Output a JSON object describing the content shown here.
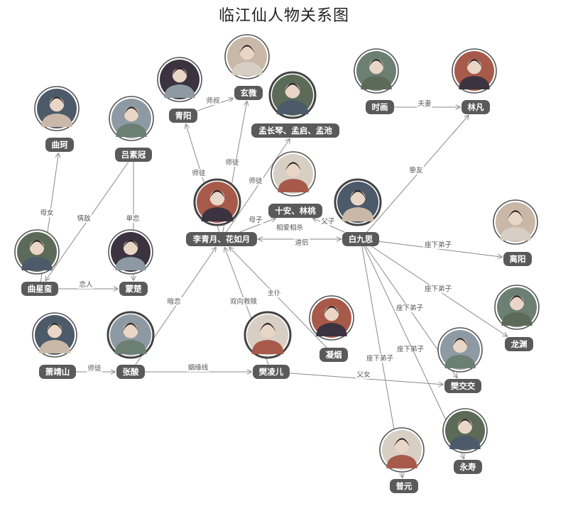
{
  "title": "临江仙人物关系图",
  "colors": {
    "pill": "#5a5a5a",
    "edge": "#8a8a8a",
    "avatar_palette": [
      "#3b3340",
      "#c9b8a8",
      "#6b7f73",
      "#a85a4a",
      "#4c5a6a",
      "#8e9aa3",
      "#d8cfc4",
      "#5c6b58"
    ]
  },
  "nodes": [
    {
      "id": "liqingyue",
      "name": "李青月、花如月",
      "primary": true
    },
    {
      "id": "baijiusi",
      "name": "白九思",
      "primary": true
    },
    {
      "id": "zhangsuan",
      "name": "张酸",
      "primary": true
    },
    {
      "id": "fanlinger",
      "name": "樊凌儿",
      "primary": true
    },
    {
      "id": "mengzhang",
      "name": "孟长琴、孟启、孟池",
      "primary": true
    },
    {
      "id": "qingyang",
      "name": "青阳"
    },
    {
      "id": "xuanwei",
      "name": "玄微"
    },
    {
      "id": "shihua",
      "name": "时画"
    },
    {
      "id": "linfan",
      "name": "林凡"
    },
    {
      "id": "quke",
      "name": "曲珂"
    },
    {
      "id": "lvsuguan",
      "name": "吕素冠"
    },
    {
      "id": "shian",
      "name": "十安、林桃"
    },
    {
      "id": "quxingman",
      "name": "曲星蛮"
    },
    {
      "id": "mengchu",
      "name": "蒙楚"
    },
    {
      "id": "liyang",
      "name": "离阳"
    },
    {
      "id": "longyuan",
      "name": "龙渊"
    },
    {
      "id": "ningyan",
      "name": "凝烟"
    },
    {
      "id": "xiaojingshan",
      "name": "萧靖山"
    },
    {
      "id": "fanjiaojiao",
      "name": "樊交交"
    },
    {
      "id": "puyuan",
      "name": "普元"
    },
    {
      "id": "yongshou",
      "name": "永寿"
    }
  ],
  "edges": [
    {
      "from": "qingyang",
      "to": "xuanwei",
      "label": "师叔"
    },
    {
      "from": "liqingyue",
      "to": "qingyang",
      "label": "师徒"
    },
    {
      "from": "liqingyue",
      "to": "xuanwei",
      "label": "师徒"
    },
    {
      "from": "liqingyue",
      "to": "mengzhang",
      "label": "师徒"
    },
    {
      "from": "liqingyue",
      "to": "shian",
      "label": "母子"
    },
    {
      "from": "baijiusi",
      "to": "shian",
      "label": "父子"
    },
    {
      "from": "liqingyue",
      "to": "baijiusi",
      "label": "相爱相杀"
    },
    {
      "from": "baijiusi",
      "to": "liqingyue",
      "label": "道侣"
    },
    {
      "from": "shihua",
      "to": "linfan",
      "label": "夫妻"
    },
    {
      "from": "baijiusi",
      "to": "linfan",
      "label": "挚友"
    },
    {
      "from": "baijiusi",
      "to": "liyang",
      "label": "座下弟子"
    },
    {
      "from": "baijiusi",
      "to": "longyuan",
      "label": "座下弟子"
    },
    {
      "from": "baijiusi",
      "to": "fanjiaojiao",
      "label": "座下弟子"
    },
    {
      "from": "baijiusi",
      "to": "yongshou",
      "label": "座下弟子"
    },
    {
      "from": "baijiusi",
      "to": "puyuan",
      "label": "座下弟子"
    },
    {
      "from": "quxingman",
      "to": "quke",
      "label": "母女"
    },
    {
      "from": "lvsuguan",
      "to": "quxingman",
      "label": "情敌"
    },
    {
      "from": "lvsuguan",
      "to": "mengchu",
      "label": "单恋"
    },
    {
      "from": "quxingman",
      "to": "mengchu",
      "label": "恋人"
    },
    {
      "from": "zhangsuan",
      "to": "liqingyue",
      "label": "暗恋"
    },
    {
      "from": "fanlinger",
      "to": "liqingyue",
      "label": "双向救赎"
    },
    {
      "from": "ningyan",
      "to": "liqingyue",
      "label": "主仆"
    },
    {
      "from": "xiaojingshan",
      "to": "zhangsuan",
      "label": "师徒"
    },
    {
      "from": "zhangsuan",
      "to": "fanlinger",
      "label": "姻缘线"
    },
    {
      "from": "fanlinger",
      "to": "fanjiaojiao",
      "label": "父女"
    }
  ]
}
